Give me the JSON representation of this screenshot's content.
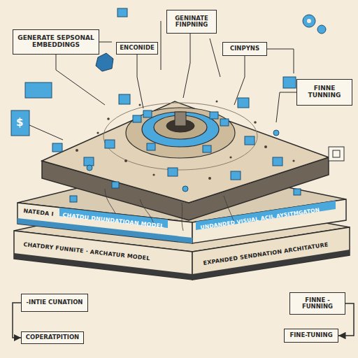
{
  "diagram": {
    "nodes": [
      {
        "text": [
          "GENERATE SEPSONAL EMBEDDINGS"
        ]
      },
      {
        "text": [
          "ENCONIDE"
        ]
      },
      {
        "text": [
          "GENINATE FINPNING"
        ]
      },
      {
        "text": [
          "CINPYNS"
        ]
      },
      {
        "text": [
          "FINNE TUNNING"
        ]
      },
      {
        "text": [
          "-INTIE CUNATION"
        ]
      },
      {
        "text": [
          "COPERATPITION"
        ]
      },
      {
        "text": [
          "FINNE -FUNNING"
        ]
      },
      {
        "text": [
          "FINE-TUNING"
        ]
      }
    ],
    "edges": [
      {
        "from": 5,
        "to": 6,
        "arrow": "to"
      },
      {
        "from": 7,
        "to": 8,
        "arrow": "to"
      }
    ],
    "labels": [
      "$",
      "NATEDA I",
      "CHATDU DNUNDATIOAN MODEL",
      "UNDANDED VISUAL ACIL AYSITMGATON",
      "CHATDRY FUNNITE · ARCHATUR MODEL",
      "EXPANDED SENDNATION ARCHITATURE"
    ]
  }
}
